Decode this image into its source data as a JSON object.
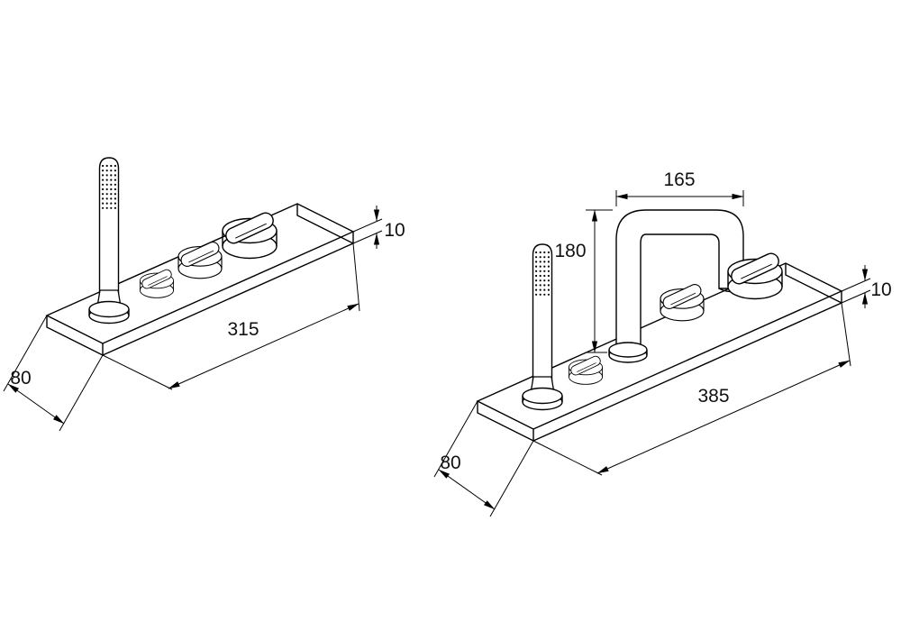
{
  "colors": {
    "background": "#ffffff",
    "line": "#000000",
    "text": "#111111"
  },
  "left_fixture": {
    "dimensions": {
      "plate_thickness": "10",
      "plate_length": "315",
      "plate_depth": "80"
    }
  },
  "right_fixture": {
    "dimensions": {
      "spout_reach": "165",
      "spout_height": "180",
      "plate_thickness": "10",
      "plate_length": "385",
      "plate_depth": "80"
    }
  }
}
